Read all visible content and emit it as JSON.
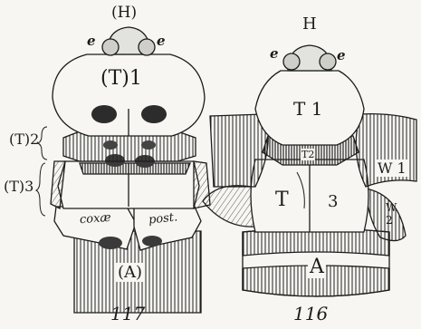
{
  "figure_117": {
    "head": "(H)",
    "eye_left": "e",
    "eye_right": "e",
    "t1": "(T)1",
    "t2": "(T)2",
    "t3": "(T)3",
    "coxa_left": "coxæ",
    "coxa_right": "post.",
    "abdomen": "(A)",
    "number": "117"
  },
  "figure_116": {
    "head": "H",
    "eye_left": "e",
    "eye_right": "e",
    "t1": "T 1",
    "t2": "T2",
    "t3_left": "T",
    "t3_right": "3",
    "wing_1": "W 1",
    "wing_2": "W 2",
    "abdomen": "A",
    "number": "116"
  },
  "colors": {
    "ink": "#1c1c1c",
    "paper": "#f7f6f2"
  }
}
